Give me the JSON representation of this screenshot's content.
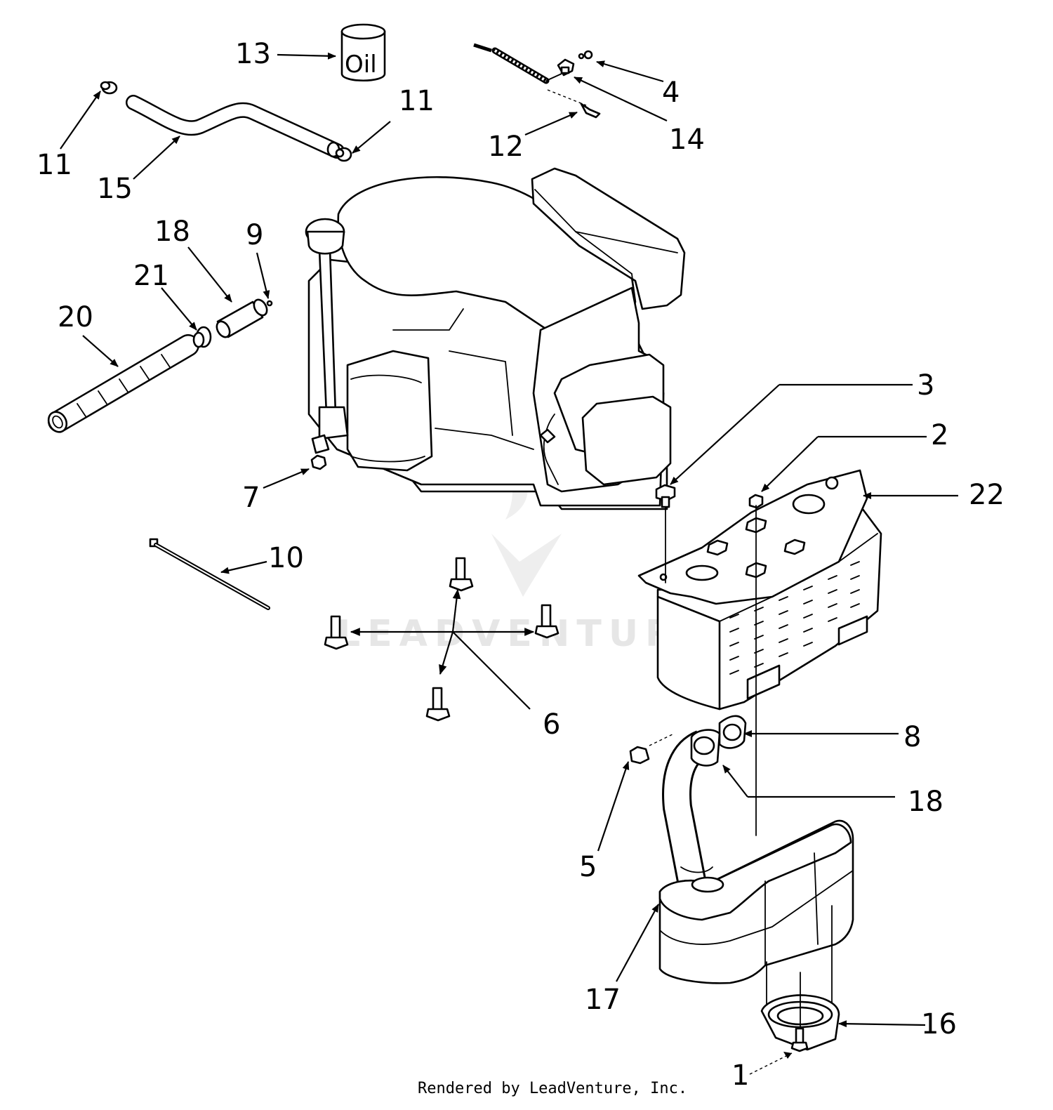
{
  "labels": {
    "l1": "1",
    "l2": "2",
    "l3": "3",
    "l4": "4",
    "l5": "5",
    "l6": "6",
    "l7": "7",
    "l8": "8",
    "l9": "9",
    "l10": "10",
    "l11a": "11",
    "l11b": "11",
    "l12": "12",
    "l13": "13",
    "l14": "14",
    "l15": "15",
    "l16": "16",
    "l17": "17",
    "l18a": "18",
    "l18b": "18",
    "l20": "20",
    "l21": "21",
    "l22": "22"
  },
  "oil_can_text": "Oil",
  "watermark": "LEADVENTURE",
  "credit": "Rendered by LeadVenture, Inc."
}
